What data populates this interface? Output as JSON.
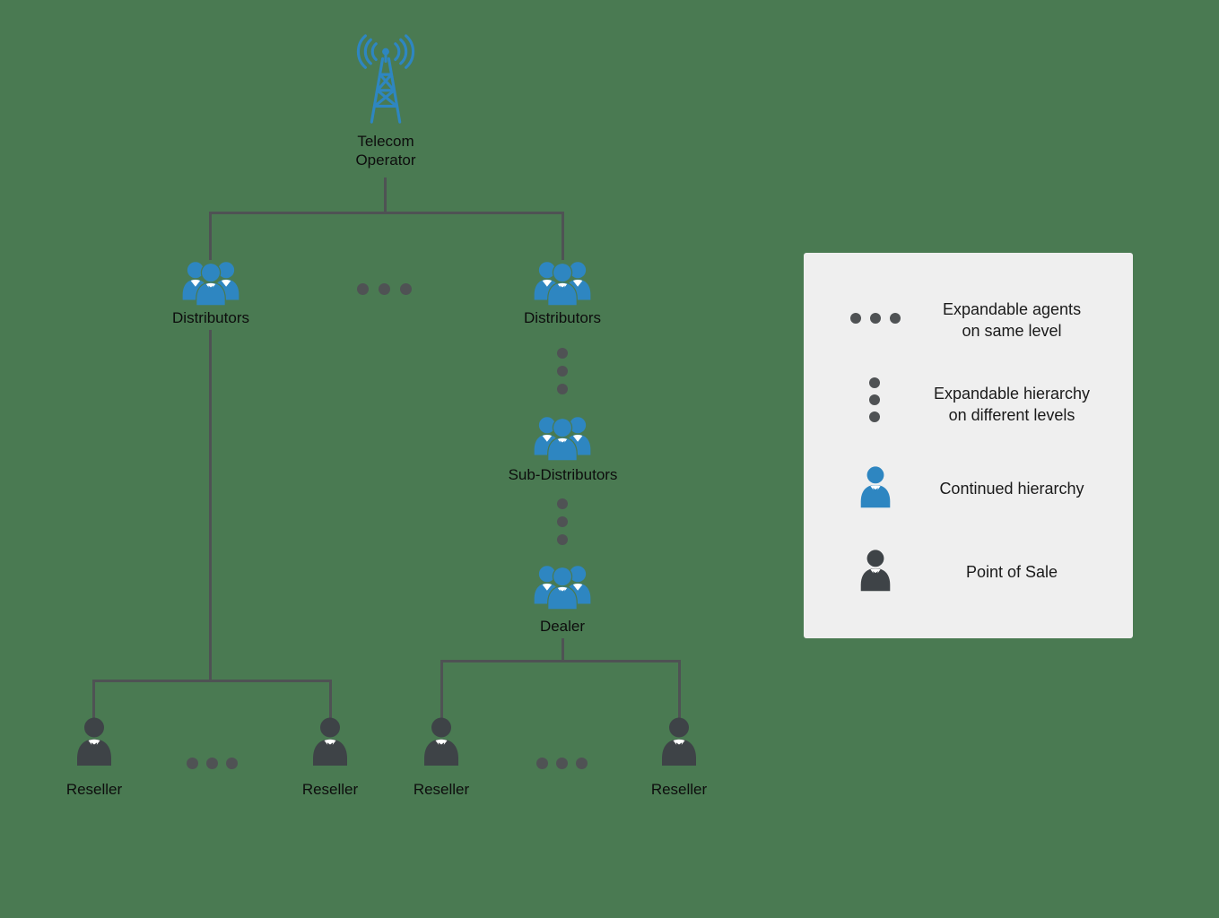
{
  "diagram": {
    "nodes": {
      "telecom_operator": {
        "label": "Telecom\nOperator",
        "icon": "telecom-tower-icon"
      },
      "distributors_left": {
        "label": "Distributors",
        "icon": "group-people-icon"
      },
      "distributors_right": {
        "label": "Distributors",
        "icon": "group-people-icon"
      },
      "sub_distributors": {
        "label": "Sub-Distributors",
        "icon": "group-people-icon"
      },
      "dealer": {
        "label": "Dealer",
        "icon": "group-people-icon"
      },
      "reseller_1": {
        "label": "Reseller",
        "icon": "person-dark-icon"
      },
      "reseller_2": {
        "label": "Reseller",
        "icon": "person-dark-icon"
      },
      "reseller_3": {
        "label": "Reseller",
        "icon": "person-dark-icon"
      },
      "reseller_4": {
        "label": "Reseller",
        "icon": "person-dark-icon"
      }
    }
  },
  "legend": {
    "items": [
      {
        "icon": "ellipsis-horizontal-icon",
        "label": "Expandable agents\non same level"
      },
      {
        "icon": "ellipsis-vertical-icon",
        "label": "Expandable hierarchy\non different levels"
      },
      {
        "icon": "person-blue-icon",
        "label": "Continued hierarchy"
      },
      {
        "icon": "person-dark-icon",
        "label": "Point of Sale"
      }
    ]
  },
  "colors": {
    "background": "#4a7a52",
    "accent_blue": "#2e86c1",
    "icon_dark": "#3e4347",
    "line": "#4f5254",
    "legend_background": "#efefef",
    "text": "#0d0d0d"
  }
}
